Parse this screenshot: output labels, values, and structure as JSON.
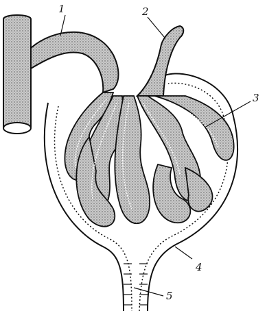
{
  "diagram": {
    "labels": [
      {
        "id": "1",
        "text": "1"
      },
      {
        "id": "2",
        "text": "2"
      },
      {
        "id": "3",
        "text": "3"
      },
      {
        "id": "4",
        "text": "4"
      },
      {
        "id": "5",
        "text": "5"
      }
    ],
    "colors": {
      "ink": "#111111",
      "paper": "#ffffff",
      "stipple": "#6a6a6a"
    }
  }
}
